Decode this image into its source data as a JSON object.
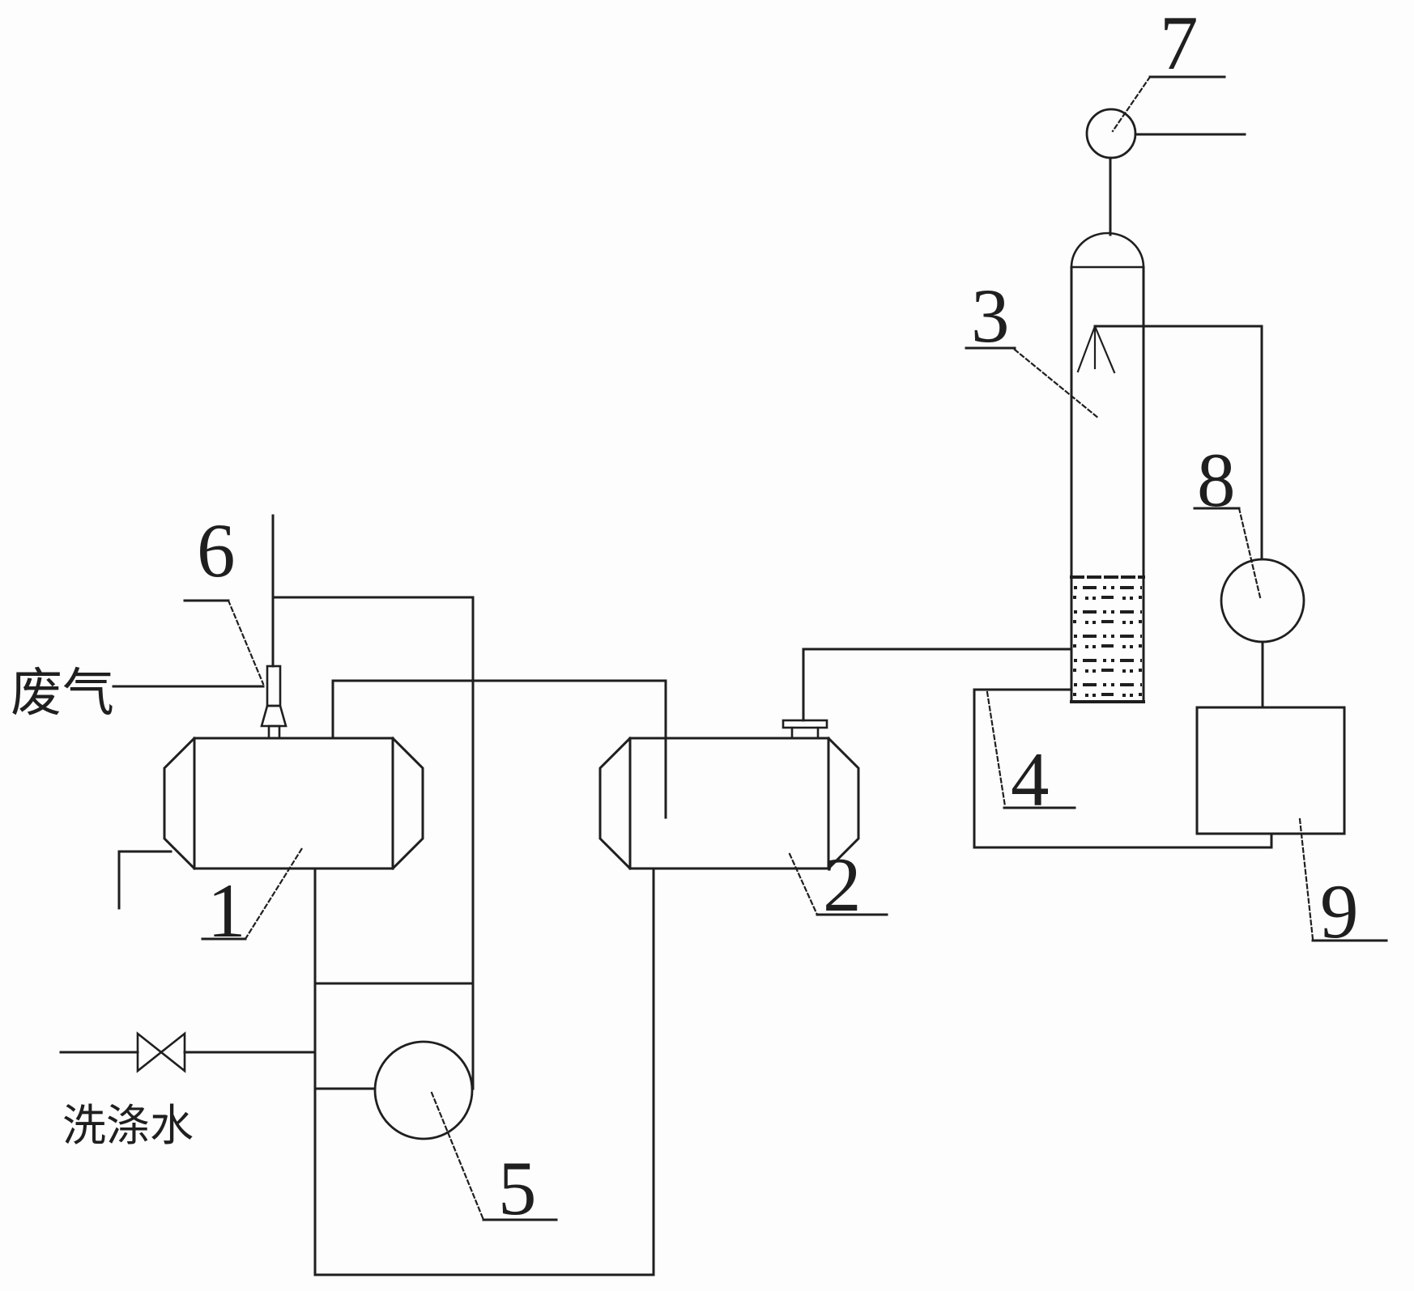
{
  "colors": {
    "line": "#1f1f1f",
    "label_text": "#1f1f1f",
    "background": "#fdfdfd"
  },
  "equipment_labels": {
    "item_1": "1",
    "item_2": "2",
    "item_3": "3",
    "item_4": "4",
    "item_5": "5",
    "item_6": "6",
    "item_7": "7",
    "item_8": "8",
    "item_9": "9"
  },
  "stream_labels": {
    "waste_gas": "废气",
    "washing_water": "洗涤水"
  }
}
